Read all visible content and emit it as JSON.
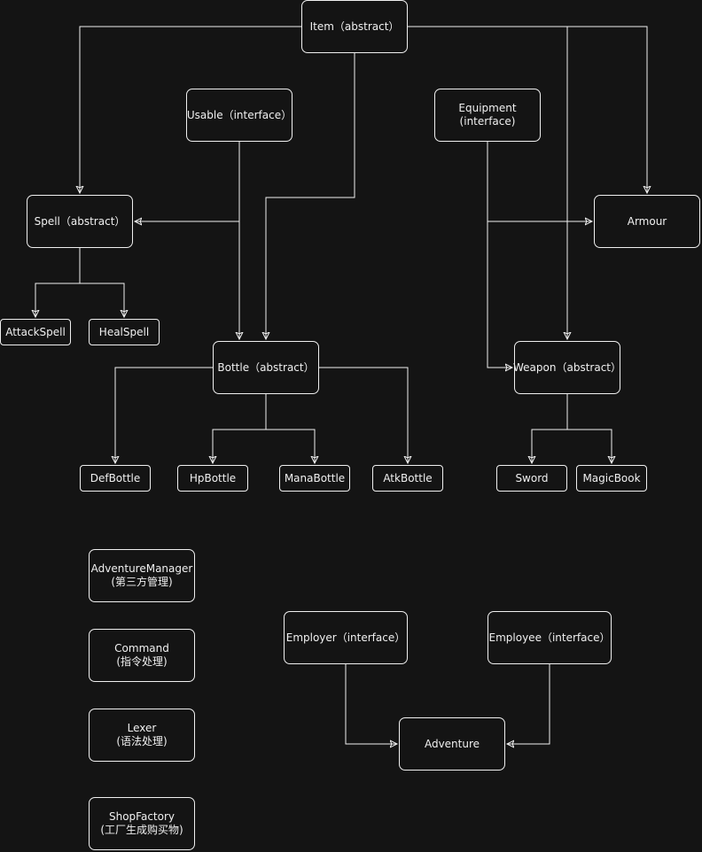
{
  "nodes": {
    "item": {
      "line1": "Item（abstract）"
    },
    "usable": {
      "line1": "Usable（interface）"
    },
    "equipment": {
      "line1": "Equipment",
      "line2": "(interface)"
    },
    "spell": {
      "line1": "Spell（abstract）"
    },
    "armour": {
      "line1": "Armour"
    },
    "attack_spell": {
      "line1": "AttackSpell"
    },
    "heal_spell": {
      "line1": "HealSpell"
    },
    "bottle": {
      "line1": "Bottle（abstract）"
    },
    "weapon": {
      "line1": "Weapon（abstract）"
    },
    "def_bottle": {
      "line1": "DefBottle"
    },
    "hp_bottle": {
      "line1": "HpBottle"
    },
    "mana_bottle": {
      "line1": "ManaBottle"
    },
    "atk_bottle": {
      "line1": "AtkBottle"
    },
    "sword": {
      "line1": "Sword"
    },
    "magic_book": {
      "line1": "MagicBook"
    },
    "adventure_manager": {
      "line1": "AdventureManager",
      "line2": "(第三方管理)"
    },
    "command": {
      "line1": "Command",
      "line2": "(指令处理)"
    },
    "lexer": {
      "line1": "Lexer",
      "line2": "(语法处理)"
    },
    "shop_factory": {
      "line1": "ShopFactory",
      "line2": "(工厂生成购买物)"
    },
    "employer": {
      "line1": "Employer（interface）"
    },
    "employee": {
      "line1": "Employee（interface）"
    },
    "adventure": {
      "line1": "Adventure"
    }
  },
  "colors": {
    "background": "#141414",
    "stroke": "#f0f0f0",
    "text": "#f0f0f0"
  }
}
